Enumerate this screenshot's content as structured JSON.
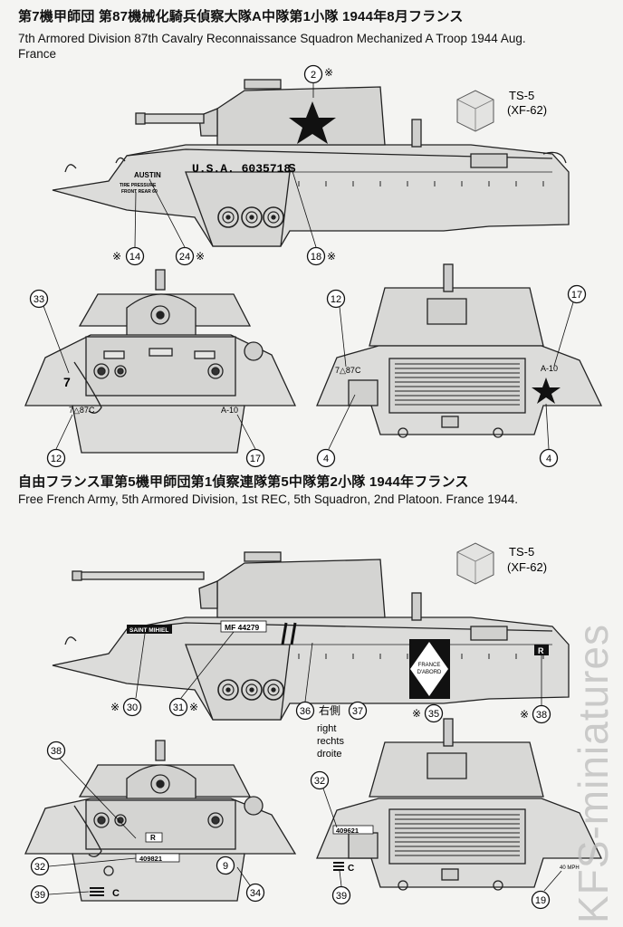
{
  "section1": {
    "title_jp": "第7機甲師団 第87機械化騎兵偵察大隊A中隊第1小隊 1944年8月フランス",
    "title_en_line1": "7th Armored Division 87th Cavalry Reconnaissance Squadron Mechanized A Troop 1944 Aug.",
    "title_en_line2": "France",
    "paint_code": "TS-5",
    "paint_alt": "(XF-62)",
    "markings": {
      "austin": "AUSTIN",
      "tire": "TIRE PRESSURE",
      "tire2": "FRONT REAR 60",
      "serial": "U.S.A. 6035718",
      "serial_s": "S",
      "front_left": "7△87C",
      "front_right": "A-10",
      "front_num": "7",
      "rear_left": "7△87C",
      "rear_right": "A-10"
    },
    "callouts": {
      "c2": "2",
      "c14": "14",
      "c24": "24",
      "c18": "18",
      "c33": "33",
      "c12a": "12",
      "c17a": "17",
      "c12b": "12",
      "c17b": "17",
      "c4a": "4",
      "c4b": "4"
    },
    "note_mark": "※"
  },
  "section2": {
    "title_jp": "自由フランス軍第5機甲師団第1偵察連隊第5中隊第2小隊 1944年フランス",
    "title_en": "Free French Army, 5th Armored Division, 1st REC, 5th Squadron, 2nd Platoon. France 1944.",
    "paint_code": "TS-5",
    "paint_alt": "(XF-62)",
    "markings": {
      "saint": "SAINT MIHIEL",
      "mf": "MF 44279",
      "france1": "FRANCE",
      "france2": "D'ABORD",
      "r": "R",
      "num_front": "409821",
      "num_rear": "409621",
      "c_mark": "C",
      "mph": "40 MPH"
    },
    "callouts": {
      "c30": "30",
      "c31": "31",
      "c36": "36",
      "c37": "37",
      "c35": "35",
      "c38a": "38",
      "c38b": "38",
      "c32a": "32",
      "c39a": "39",
      "c9": "9",
      "c34": "34",
      "c32b": "32",
      "c39b": "39",
      "c19": "19"
    },
    "side_label_jp": "右側",
    "side_label_en1": "right",
    "side_label_en2": "rechts",
    "side_label_en3": "droite",
    "note_mark": "※"
  },
  "watermark": "KFS-miniatures"
}
